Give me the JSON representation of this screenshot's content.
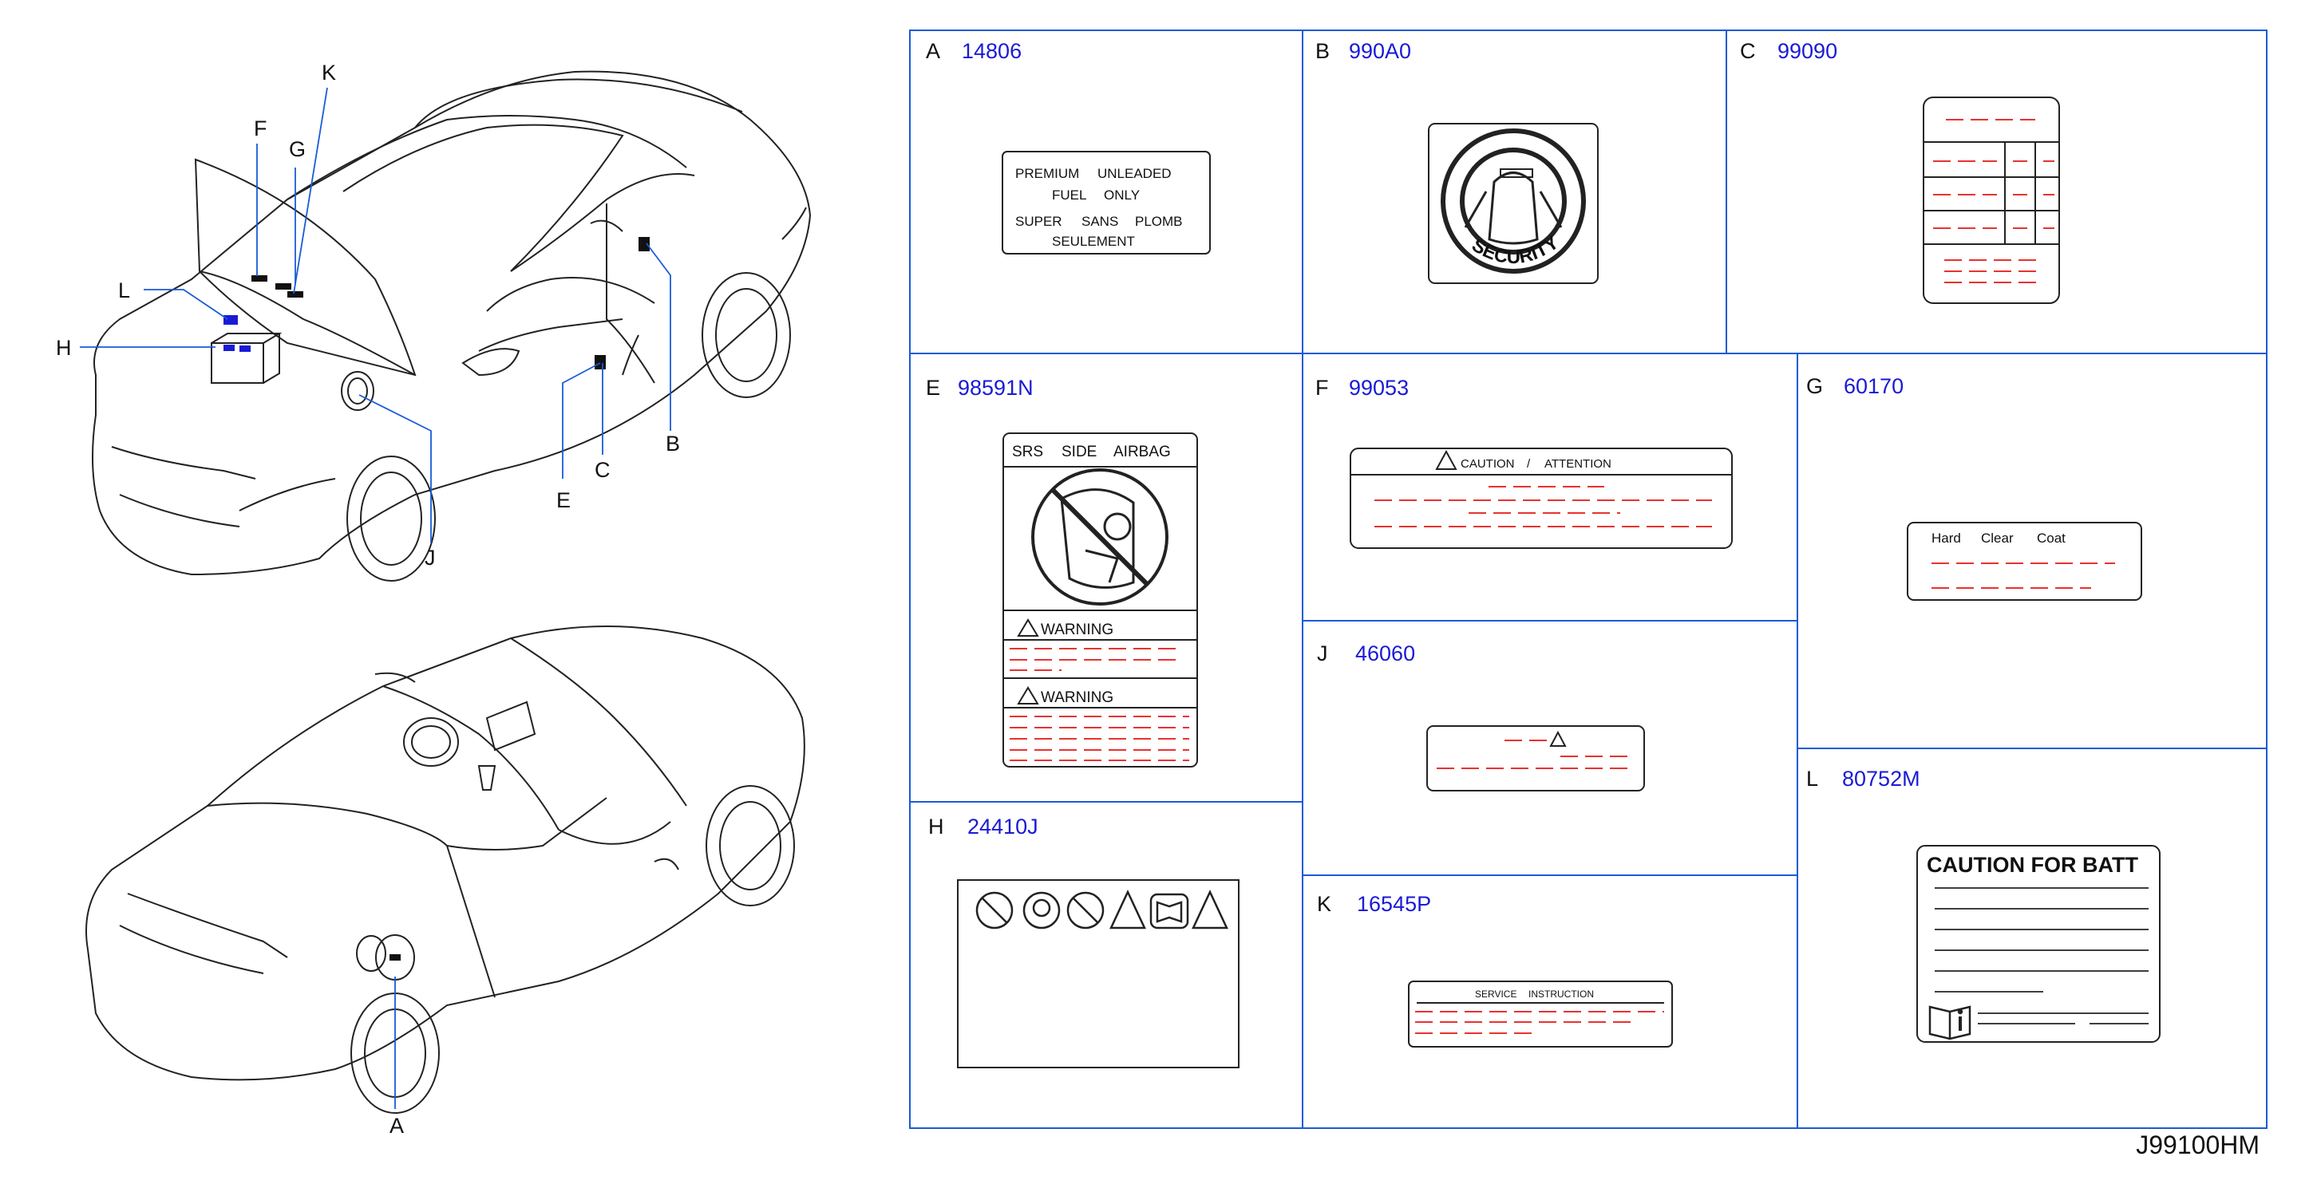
{
  "callouts": {
    "F": "F",
    "G": "G",
    "K": "K",
    "L": "L",
    "H": "H",
    "B": "B",
    "C": "C",
    "E": "E",
    "J": "J",
    "A": "A"
  },
  "cells": {
    "A": {
      "letter": "A",
      "part": "14806",
      "lines": [
        "PREMIUM",
        "UNLEADED",
        "FUEL",
        "ONLY",
        "SUPER",
        "SANS",
        "PLOMB",
        "SEULEMENT"
      ]
    },
    "B": {
      "letter": "B",
      "part": "990A0",
      "text": "SECURITY"
    },
    "C": {
      "letter": "C",
      "part": "99090"
    },
    "E": {
      "letter": "E",
      "part": "98591N",
      "header": [
        "SRS",
        "SIDE",
        "AIRBAG"
      ],
      "warning1": "WARNING",
      "warning2": "WARNING"
    },
    "F": {
      "letter": "F",
      "part": "99053",
      "caution": "CAUTION",
      "slash": "/",
      "attention": "ATTENTION"
    },
    "G": {
      "letter": "G",
      "part": "60170",
      "words": [
        "Hard",
        "Clear",
        "Coat"
      ]
    },
    "H": {
      "letter": "H",
      "part": "24410J"
    },
    "J": {
      "letter": "J",
      "part": "46060"
    },
    "K": {
      "letter": "K",
      "part": "16545P",
      "service": "SERVICE",
      "instruction": "INSTRUCTION"
    },
    "L": {
      "letter": "L",
      "part": "80752M",
      "title": "CAUTION FOR BATT"
    }
  },
  "diagram_code": "J99100HM",
  "icons": [
    "car-top-view-icon",
    "car-rear-view-icon",
    "warning-triangle-icon",
    "no-child-seat-icon",
    "book-info-icon",
    "battery-hazard-icons"
  ]
}
